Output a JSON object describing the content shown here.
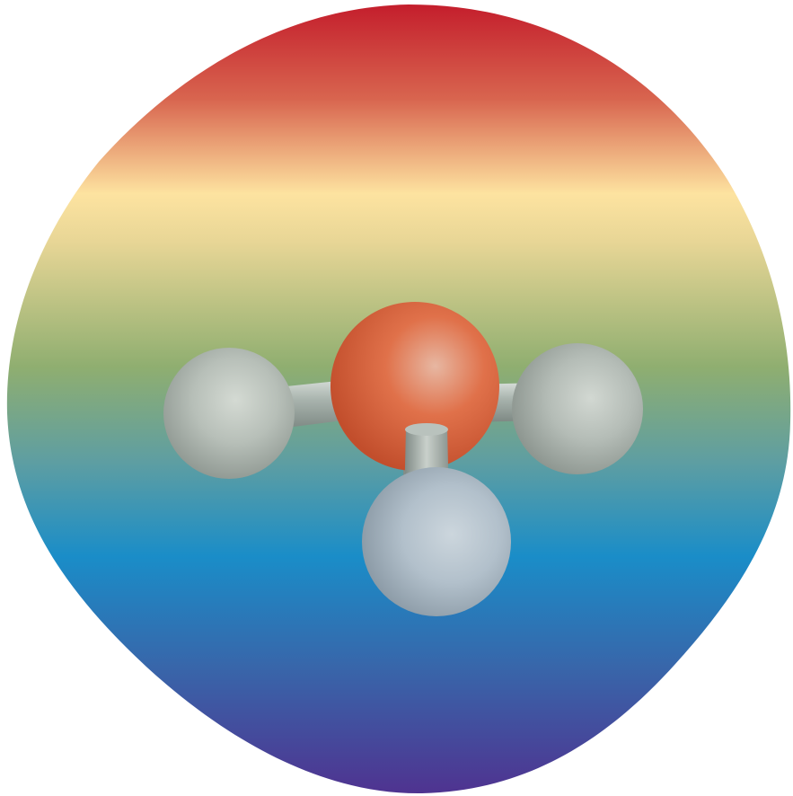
{
  "diagram": {
    "subject": "molecule-electrostatic-potential-map",
    "surface": {
      "color_scale": [
        {
          "offset": 0.0,
          "color": "#c41e2c"
        },
        {
          "offset": 0.12,
          "color": "#d8654f"
        },
        {
          "offset": 0.24,
          "color": "#fde3a0"
        },
        {
          "offset": 0.3,
          "color": "#e8d696"
        },
        {
          "offset": 0.46,
          "color": "#8fae70"
        },
        {
          "offset": 0.58,
          "color": "#5e9ea2"
        },
        {
          "offset": 0.7,
          "color": "#1a8dc8"
        },
        {
          "offset": 0.84,
          "color": "#3866aa"
        },
        {
          "offset": 1.0,
          "color": "#4f3390"
        }
      ]
    },
    "atoms": [
      {
        "id": "central-atom",
        "kind": "central",
        "color": "#e0714a"
      },
      {
        "id": "left-atom",
        "kind": "peripheral",
        "color": "#b7bfb8"
      },
      {
        "id": "right-atom",
        "kind": "peripheral",
        "color": "#b4bcb6"
      },
      {
        "id": "bottom-atom",
        "kind": "peripheral",
        "color": "#b2c0cb"
      }
    ],
    "bond_color": "#a9b4ae"
  }
}
